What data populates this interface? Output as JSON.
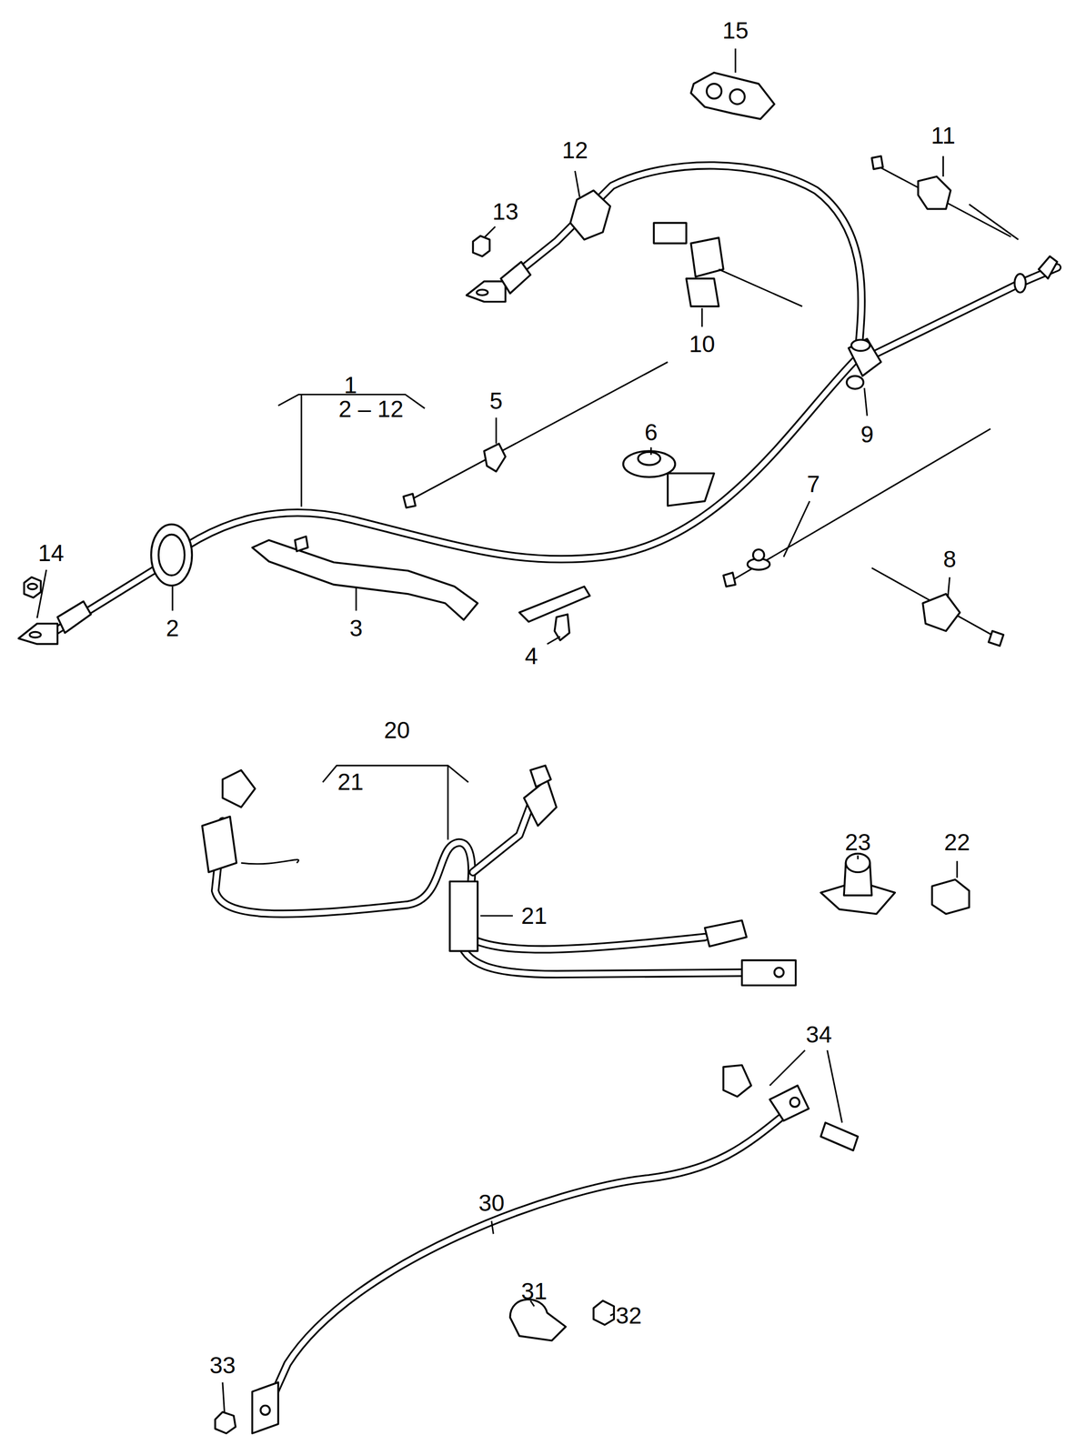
{
  "diagram": {
    "labels": [
      "15",
      "12",
      "11",
      "13",
      "10",
      "1",
      "2 – 12",
      "5",
      "6",
      "9",
      "7",
      "14",
      "2",
      "3",
      "8",
      "4",
      "20",
      "21",
      "21",
      "23",
      "22",
      "34",
      "30",
      "31",
      "32",
      "33"
    ]
  }
}
